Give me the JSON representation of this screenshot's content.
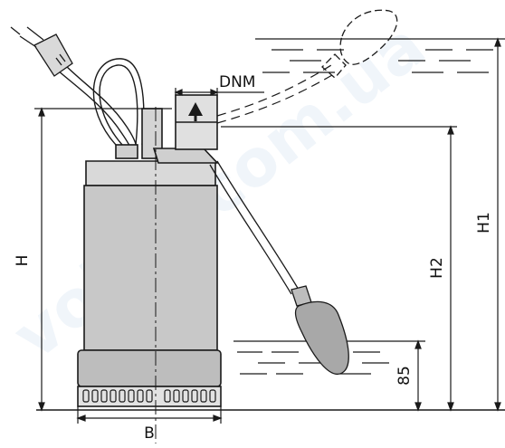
{
  "figure": {
    "watermark": "voltar.com.ua",
    "labels": {
      "dnm": "DNM",
      "h": "H",
      "h1": "H1",
      "h2": "H2",
      "level_85": "85",
      "b": "B"
    },
    "colors": {
      "line": "#1a1a1a",
      "pump_body": "#c8c8c8",
      "pump_cap": "#d9d9d9",
      "float": "#a8a8a8",
      "background": "#ffffff",
      "watermark": "#3a7fc4"
    }
  }
}
